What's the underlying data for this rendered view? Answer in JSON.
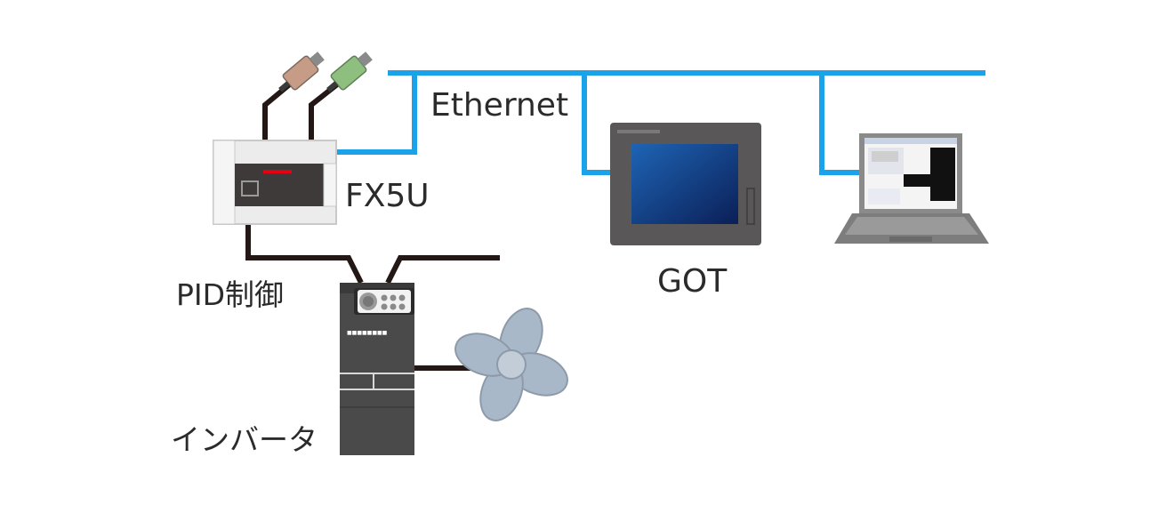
{
  "labels": {
    "ethernet": "Ethernet",
    "plc": "FX5U",
    "got": "GOT",
    "pid": "PID制御",
    "inverter": "インバータ"
  },
  "colors": {
    "ethernet_line": "#1aa3e8",
    "control_cable": "#231815",
    "plc_body": "#ececec",
    "plc_panel": "#3e3a39",
    "plc_led": "#e60012",
    "got_frame": "#595757",
    "got_screen_light": "#1e64b4",
    "got_screen_dark": "#0b1f57",
    "laptop_body": "#7d7d7d",
    "inverter_body": "#4a4a4a",
    "fan_blade": "#a9b8c8",
    "sensor_1": "#c69c86",
    "sensor_2": "#8fbf7f"
  },
  "icons": {
    "plc": "plc-unit-icon",
    "sensors": "sensor-icon",
    "got": "touch-panel-icon",
    "laptop": "laptop-icon",
    "inverter": "inverter-icon",
    "fan": "fan-icon"
  }
}
